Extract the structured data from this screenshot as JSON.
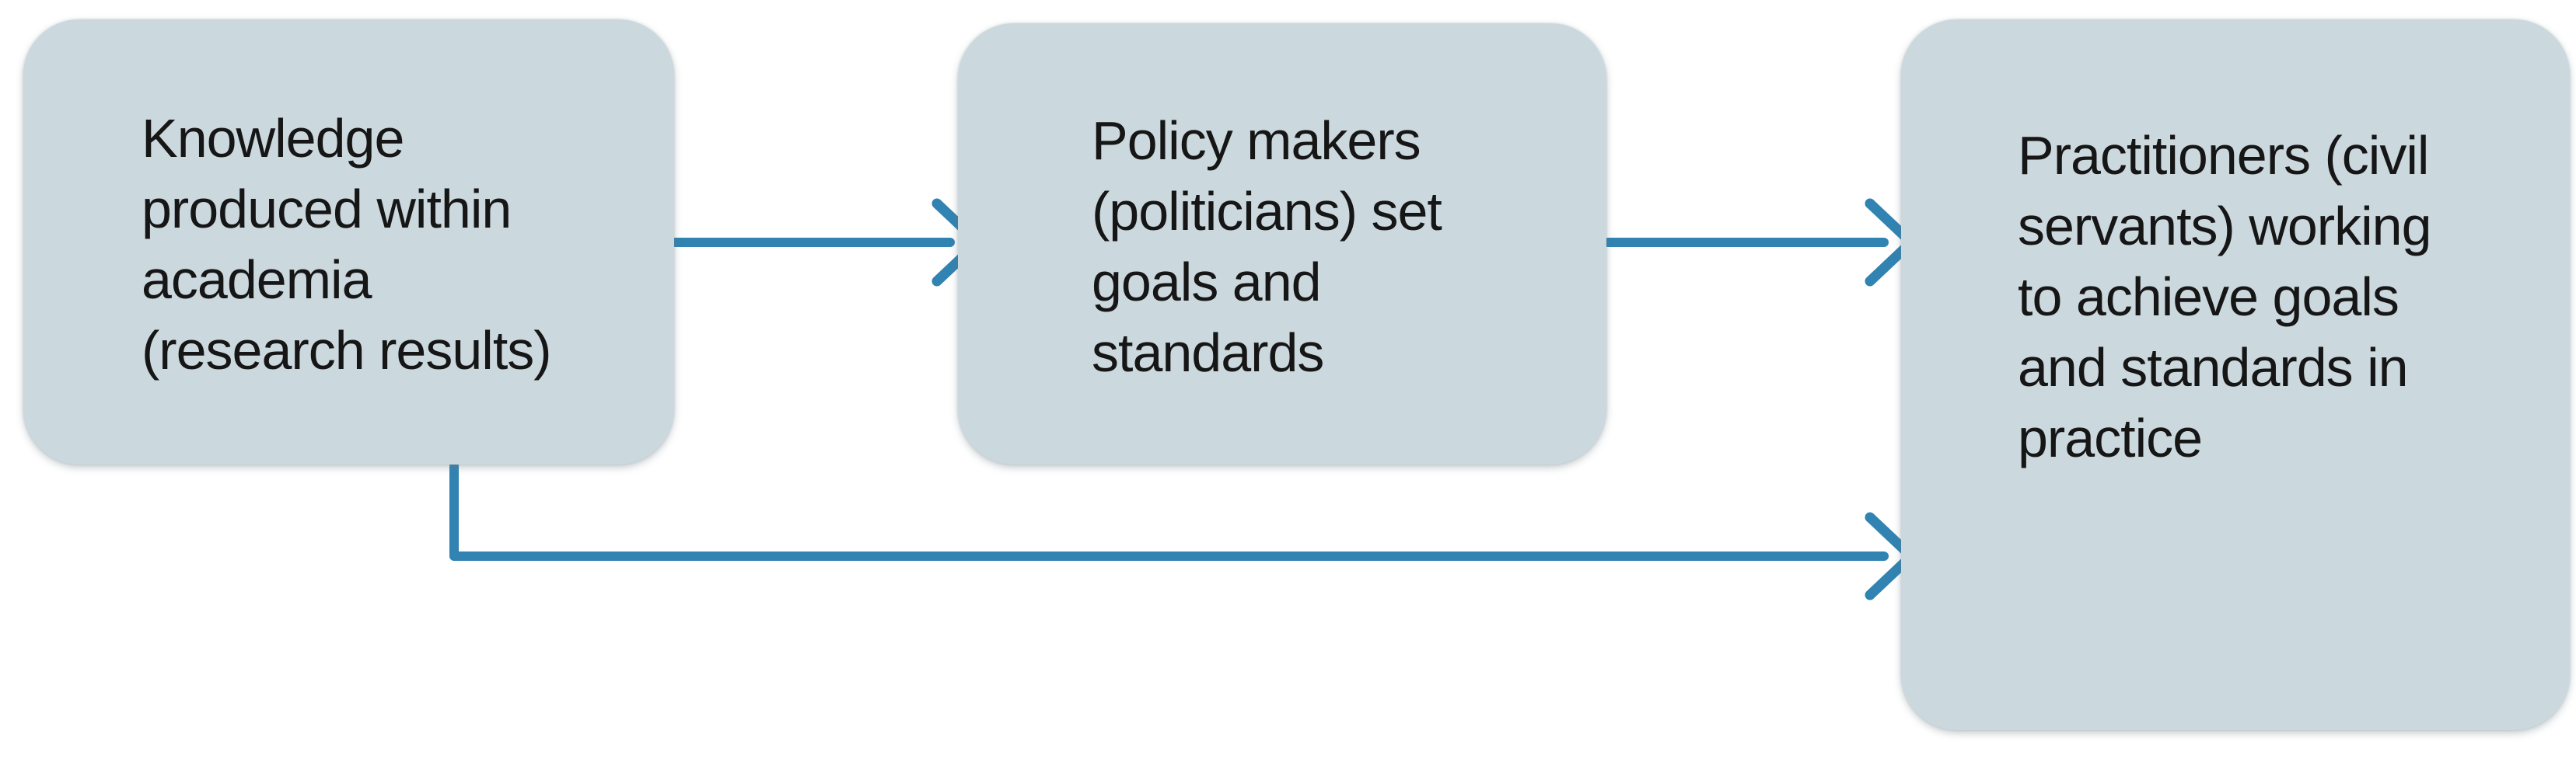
{
  "colors": {
    "box_fill": "#cbd8de",
    "arrow": "#3183b2",
    "text": "#161616",
    "background": "#ffffff"
  },
  "boxes": [
    {
      "id": "academia",
      "text": "Knowledge\nproduced within\nacademia\n(research results)"
    },
    {
      "id": "policy-makers",
      "text": "Policy makers\n(politicians) set\ngoals and\nstandards"
    },
    {
      "id": "practitioners",
      "text": "Practitioners (civil\nservants) working\nto achieve goals\nand standards in\npractice"
    }
  ],
  "arrows": [
    {
      "from": "academia",
      "to": "policy-makers",
      "route": "direct"
    },
    {
      "from": "policy-makers",
      "to": "practitioners",
      "route": "direct"
    },
    {
      "from": "academia",
      "to": "practitioners",
      "route": "bottom-elbow"
    }
  ]
}
